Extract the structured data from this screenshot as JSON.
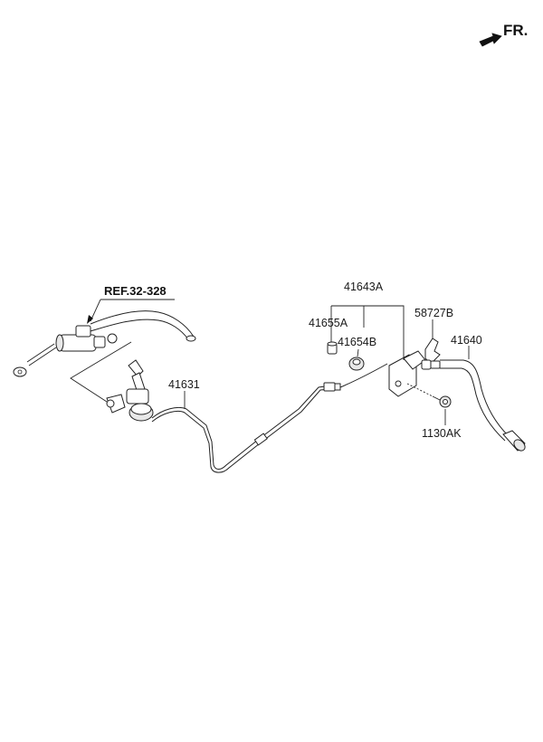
{
  "direction_label": "FR.",
  "reference_label": "REF.32-328",
  "callouts": [
    {
      "id": "41643A",
      "text": "41643A"
    },
    {
      "id": "41655A",
      "text": "41655A"
    },
    {
      "id": "41654B",
      "text": "41654B"
    },
    {
      "id": "58727B",
      "text": "58727B"
    },
    {
      "id": "41640",
      "text": "41640"
    },
    {
      "id": "41631",
      "text": "41631"
    },
    {
      "id": "1130AK",
      "text": "1130AK"
    }
  ]
}
